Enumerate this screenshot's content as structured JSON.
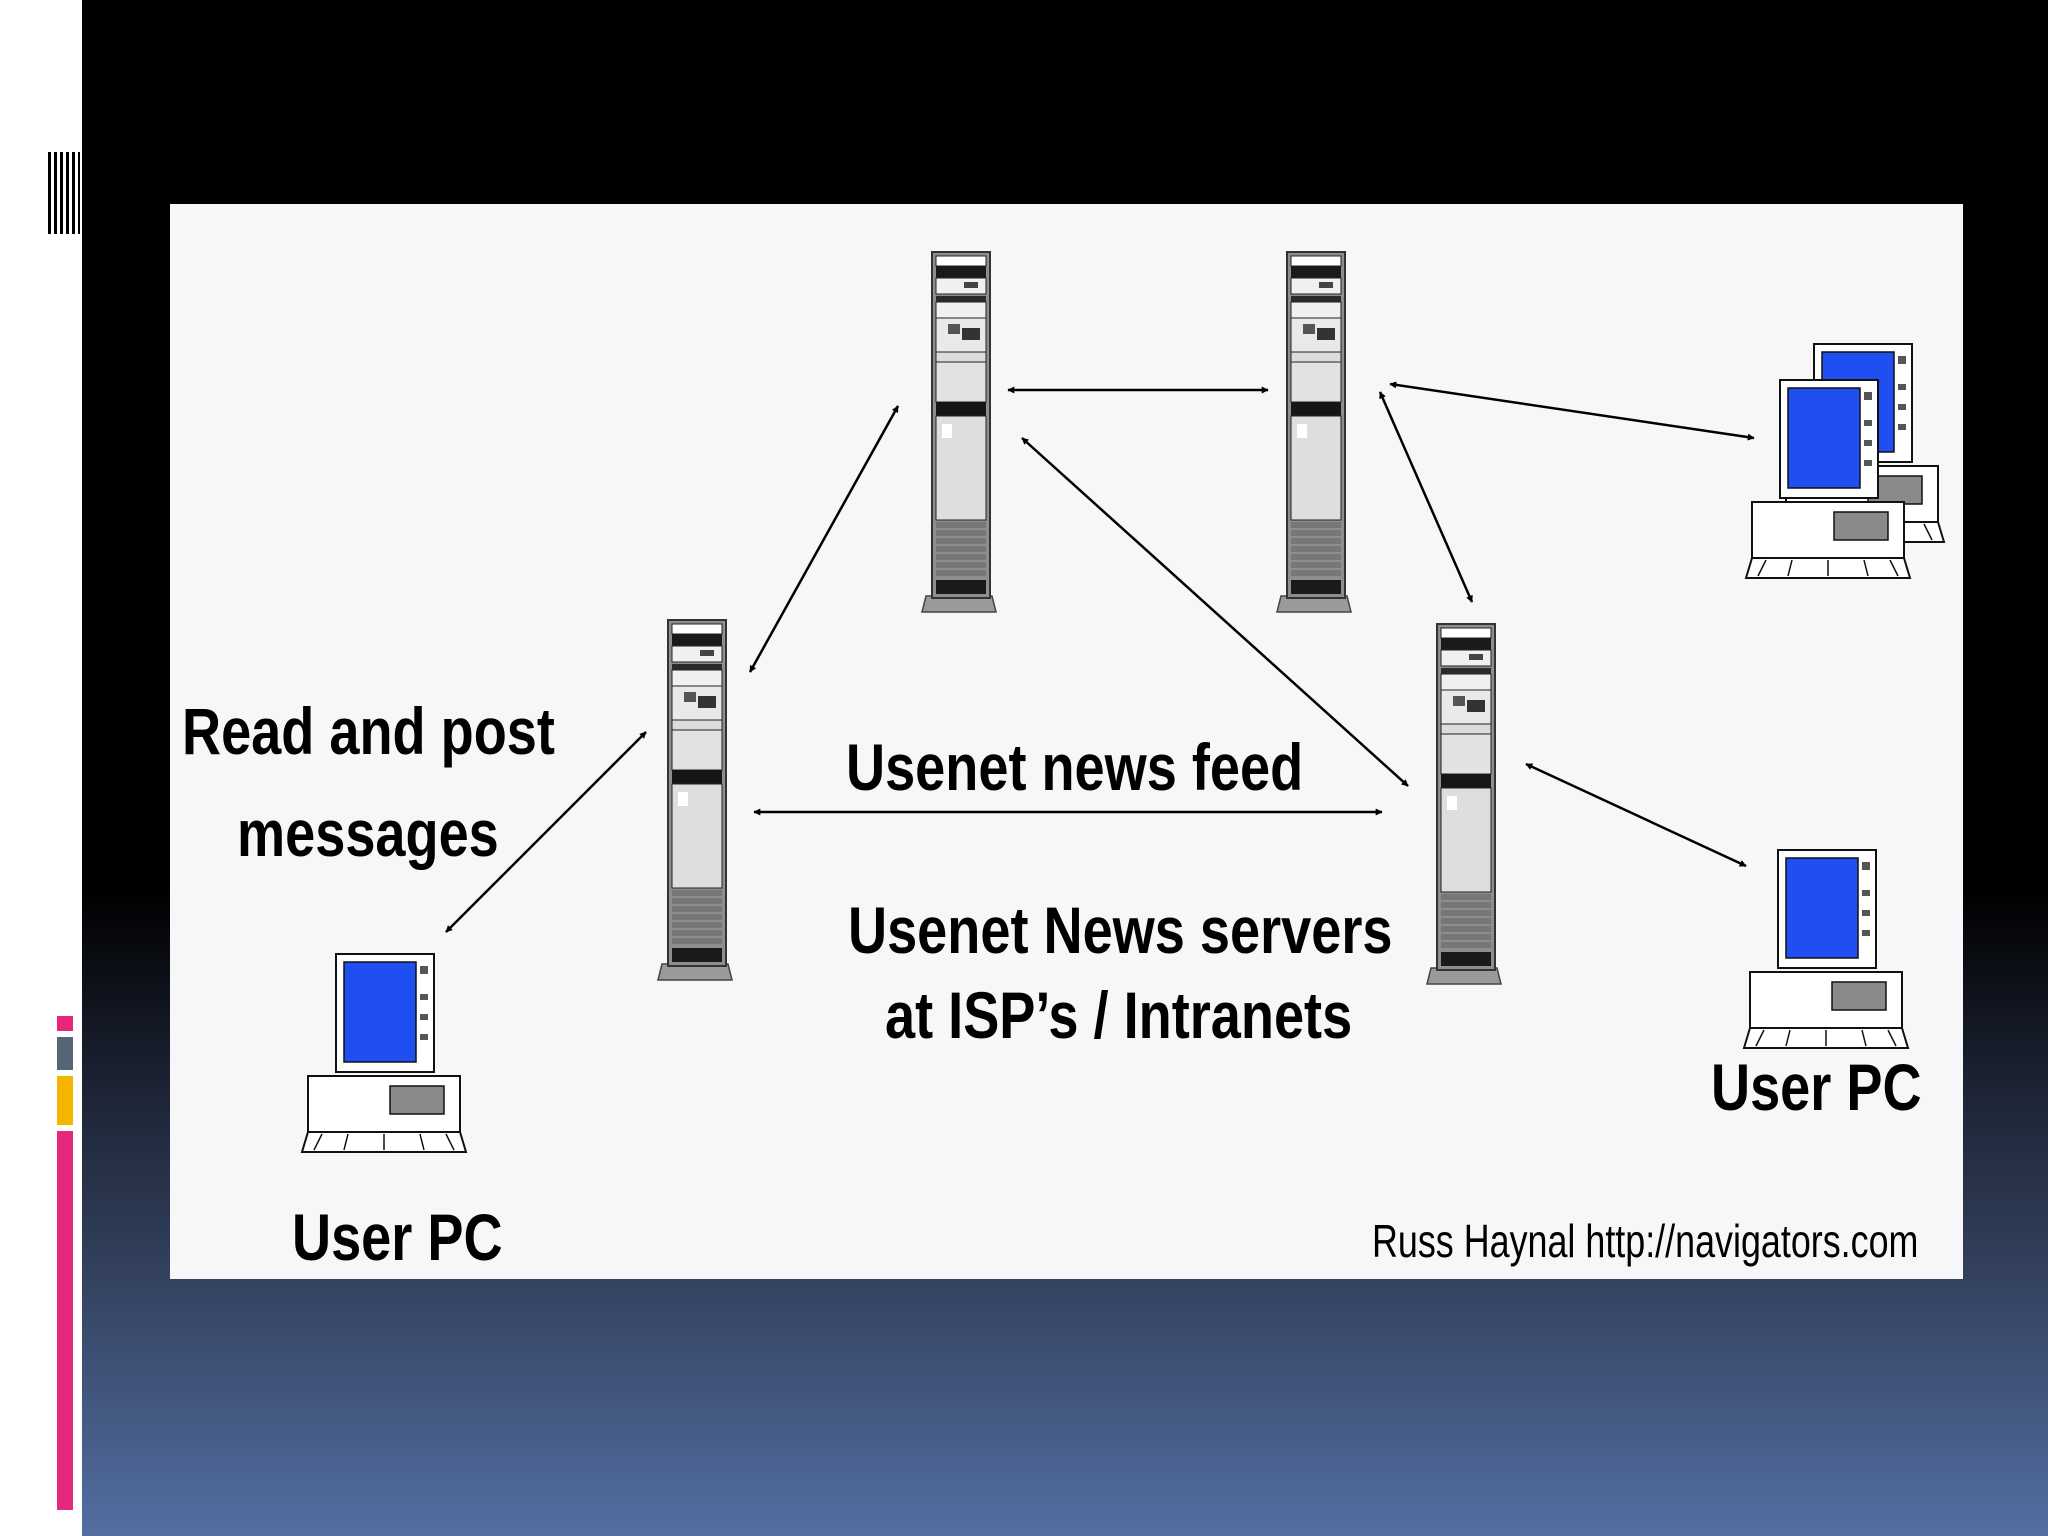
{
  "diagram": {
    "labels": {
      "read_post_line1": "Read and post",
      "read_post_line2": "messages",
      "news_feed": "Usenet news feed",
      "servers_line1": "Usenet News servers",
      "servers_line2": "at ISP’s / Intranets",
      "user_pc_left": "User PC",
      "user_pc_right": "User PC",
      "credit": "Russ Haynal http://navigators.com"
    },
    "nodes": [
      "server-left",
      "server-top-left",
      "server-top-right",
      "server-right",
      "user-pc-left",
      "user-pc-right-top",
      "user-pc-right-bottom"
    ],
    "links": [
      [
        "user-pc-left",
        "server-left"
      ],
      [
        "server-left",
        "server-top-left"
      ],
      [
        "server-left",
        "server-right"
      ],
      [
        "server-top-left",
        "server-top-right"
      ],
      [
        "server-top-left",
        "server-right"
      ],
      [
        "server-top-right",
        "server-right"
      ],
      [
        "server-top-right",
        "user-pc-right-top"
      ],
      [
        "server-right",
        "user-pc-right-bottom"
      ]
    ],
    "colors": {
      "screen_blue": "#1f4ff0",
      "panel_bg": "#f7f7f9",
      "accent_pink": "#e6287c",
      "accent_yellow": "#f5b400",
      "accent_gray": "#566578"
    }
  }
}
